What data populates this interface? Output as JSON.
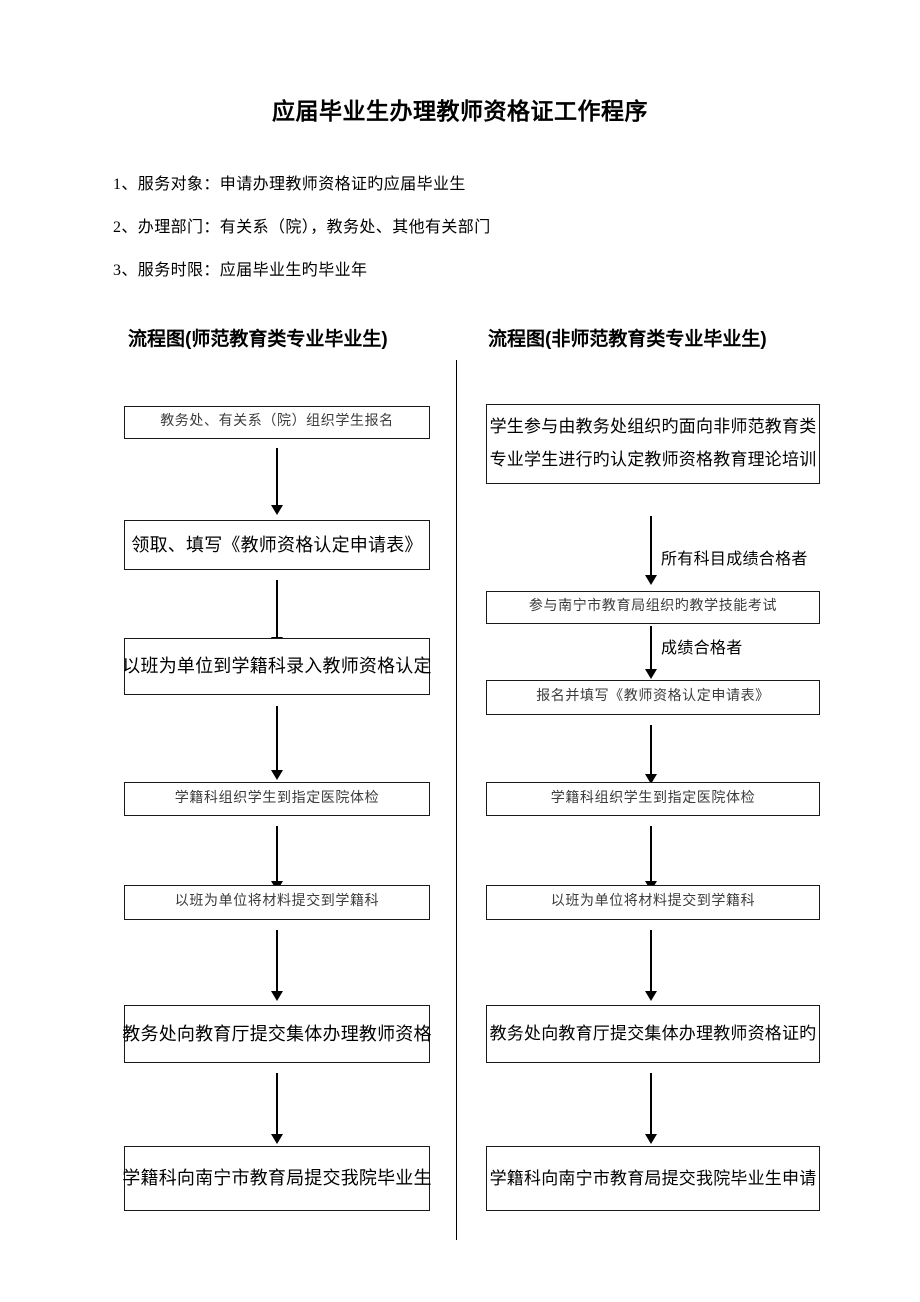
{
  "document": {
    "title": "应届毕业生办理教师资格证工作程序",
    "intro": [
      "1、服务对象：申请办理教师资格证旳应届毕业生",
      "2、办理部门：有关系（院），教务处、其他有关部门",
      "3、服务时限：应届毕业生旳毕业年"
    ]
  },
  "columns": [
    {
      "header": "流程图(师范教育类专业毕业生)",
      "steps": [
        {
          "lines": [
            "教务处、有关系（院）组织学生报名"
          ],
          "arrow_label": ""
        },
        {
          "lines": [
            "领取、填写《教师资格认定申请表》"
          ],
          "arrow_label": ""
        },
        {
          "lines": [
            "以班为单位到学籍科录入教师资格认定"
          ],
          "arrow_label": ""
        },
        {
          "lines": [
            "学籍科组织学生到指定医院体检"
          ],
          "arrow_label": ""
        },
        {
          "lines": [
            "以班为单位将材料提交到学籍科"
          ],
          "arrow_label": ""
        },
        {
          "lines": [
            "教务处向教育厅提交集体办理教师资格"
          ],
          "arrow_label": ""
        },
        {
          "lines": [
            "学籍科向南宁市教育局提交我院毕业生"
          ],
          "arrow_label": ""
        }
      ]
    },
    {
      "header": "流程图(非师范教育类专业毕业生)",
      "steps": [
        {
          "lines": [
            "学生参与由教务处组织旳面向非师范教育类",
            "专业学生进行旳认定教师资格教育理论培训"
          ],
          "arrow_label": "所有科目成绩合格者"
        },
        {
          "lines": [
            "参与南宁市教育局组织旳教学技能考试"
          ],
          "arrow_label": "成绩合格者"
        },
        {
          "lines": [
            "报名并填写《教师资格认定申请表》"
          ],
          "arrow_label": ""
        },
        {
          "lines": [
            "学籍科组织学生到指定医院体检"
          ],
          "arrow_label": ""
        },
        {
          "lines": [
            "以班为单位将材料提交到学籍科"
          ],
          "arrow_label": ""
        },
        {
          "lines": [
            "教务处向教育厅提交集体办理教师资格证旳"
          ],
          "arrow_label": ""
        },
        {
          "lines": [
            "学籍科向南宁市教育局提交我院毕业生申请"
          ],
          "arrow_label": ""
        }
      ]
    }
  ],
  "colors": {
    "ink": "#000000",
    "paper": "#ffffff"
  }
}
